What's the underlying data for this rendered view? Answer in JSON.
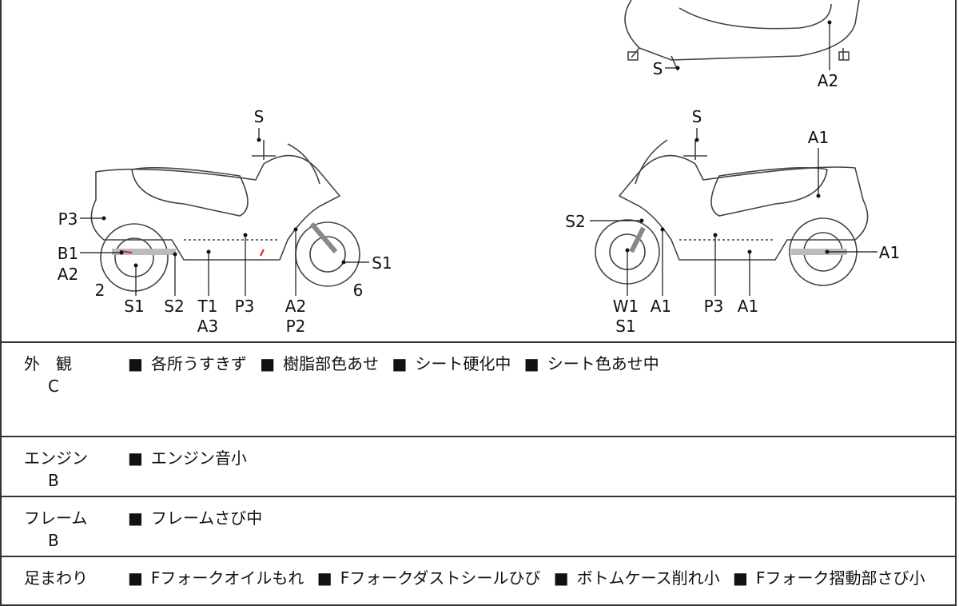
{
  "diagram_labels": {
    "left": [
      "S",
      "P3",
      "B1",
      "A2",
      "2",
      "S1",
      "S2",
      "T1",
      "A3",
      "P3",
      "A2",
      "P2",
      "S1",
      "6"
    ],
    "right": [
      "S",
      "A1",
      "S2",
      "A1",
      "W1",
      "S1",
      "A1",
      "P3",
      "A1"
    ],
    "top": [
      "S",
      "A2"
    ]
  },
  "sections": [
    {
      "category": "外　観",
      "grade": "C",
      "items": [
        "各所うすきず",
        "樹脂部色あせ",
        "シート硬化中",
        "シート色あせ中"
      ]
    },
    {
      "category": "エンジン",
      "grade": "B",
      "items": [
        "エンジン音小"
      ]
    },
    {
      "category": "フレーム",
      "grade": "B",
      "items": [
        "フレームさび中"
      ]
    },
    {
      "category": "足まわり",
      "grade": "",
      "items": [
        "Fフォークオイルもれ",
        "Fフォークダストシールひび",
        "ボトムケース削れ小",
        "Fフォーク摺動部さび小"
      ]
    }
  ],
  "bullet": "■"
}
